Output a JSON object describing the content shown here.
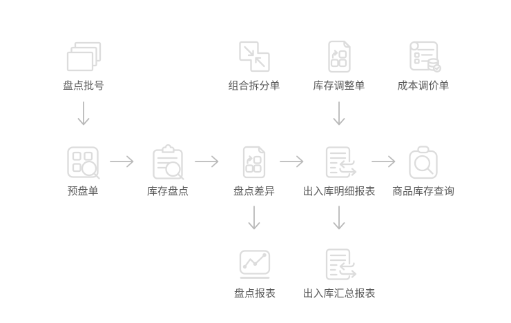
{
  "diagram": {
    "title": "inventory-module-flowchart",
    "colors": {
      "background": "#ffffff",
      "icon_stroke": "#dcdcdc",
      "arrow": "#b9b9b9",
      "label_text": "#595959"
    },
    "nodes": [
      {
        "id": "pandian-pihao",
        "label": "盘点批号",
        "icon": "stacked-cards-icon"
      },
      {
        "id": "zuhe-chaifendan",
        "label": "组合拆分单",
        "icon": "combine-split-icon"
      },
      {
        "id": "kucun-tiaozhengdan",
        "label": "库存调整单",
        "icon": "document-adjust-icon"
      },
      {
        "id": "chengben-tiaojiadan",
        "label": "成本调价单",
        "icon": "cost-price-scroll-icon"
      },
      {
        "id": "yupandan",
        "label": "预盘单",
        "icon": "grid-search-icon"
      },
      {
        "id": "kucun-pandian",
        "label": "库存盘点",
        "icon": "clipboard-search-icon"
      },
      {
        "id": "pandian-chayi",
        "label": "盘点差异",
        "icon": "document-adjust-icon"
      },
      {
        "id": "churuku-mingxi-baobiao",
        "label": "出入库明细报表",
        "icon": "document-inout-icon"
      },
      {
        "id": "shangpin-kucun-chaxun",
        "label": "商品库存查询",
        "icon": "bag-search-icon"
      },
      {
        "id": "pandian-baobiao",
        "label": "盘点报表",
        "icon": "line-chart-icon"
      },
      {
        "id": "churuku-huizong-baobiao",
        "label": "出入库汇总报表",
        "icon": "document-inout-icon"
      }
    ],
    "flows": [
      {
        "from": "盘点批号",
        "to": "预盘单",
        "direction": "down"
      },
      {
        "from": "预盘单",
        "to": "库存盘点",
        "direction": "right"
      },
      {
        "from": "库存盘点",
        "to": "盘点差异",
        "direction": "right"
      },
      {
        "from": "盘点差异",
        "to": "出入库明细报表",
        "direction": "right"
      },
      {
        "from": "出入库明细报表",
        "to": "商品库存查询",
        "direction": "right"
      },
      {
        "from": "库存调整单",
        "to": "出入库明细报表",
        "direction": "down"
      },
      {
        "from": "盘点差异",
        "to": "盘点报表",
        "direction": "down"
      },
      {
        "from": "出入库明细报表",
        "to": "出入库汇总报表",
        "direction": "down"
      }
    ]
  }
}
